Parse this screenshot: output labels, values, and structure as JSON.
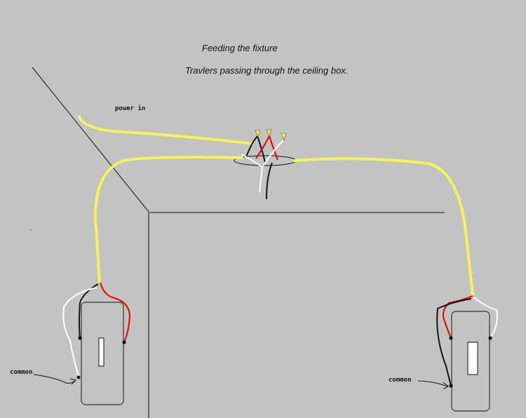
{
  "title": "Feeding the fixture",
  "subtitle": "Travlers passing through the ceiling box.",
  "labels": {
    "power_in": "power in",
    "common_left": "common",
    "common_right": "common"
  },
  "colors": {
    "background": "#c3c3c3",
    "cable": "#f4f45a",
    "hot_black": "#151515",
    "neutral_white": "#ffffff",
    "traveler_red": "#dd1111",
    "wire_nut": "#eeee44",
    "switch_body": "#c3c3c3"
  }
}
